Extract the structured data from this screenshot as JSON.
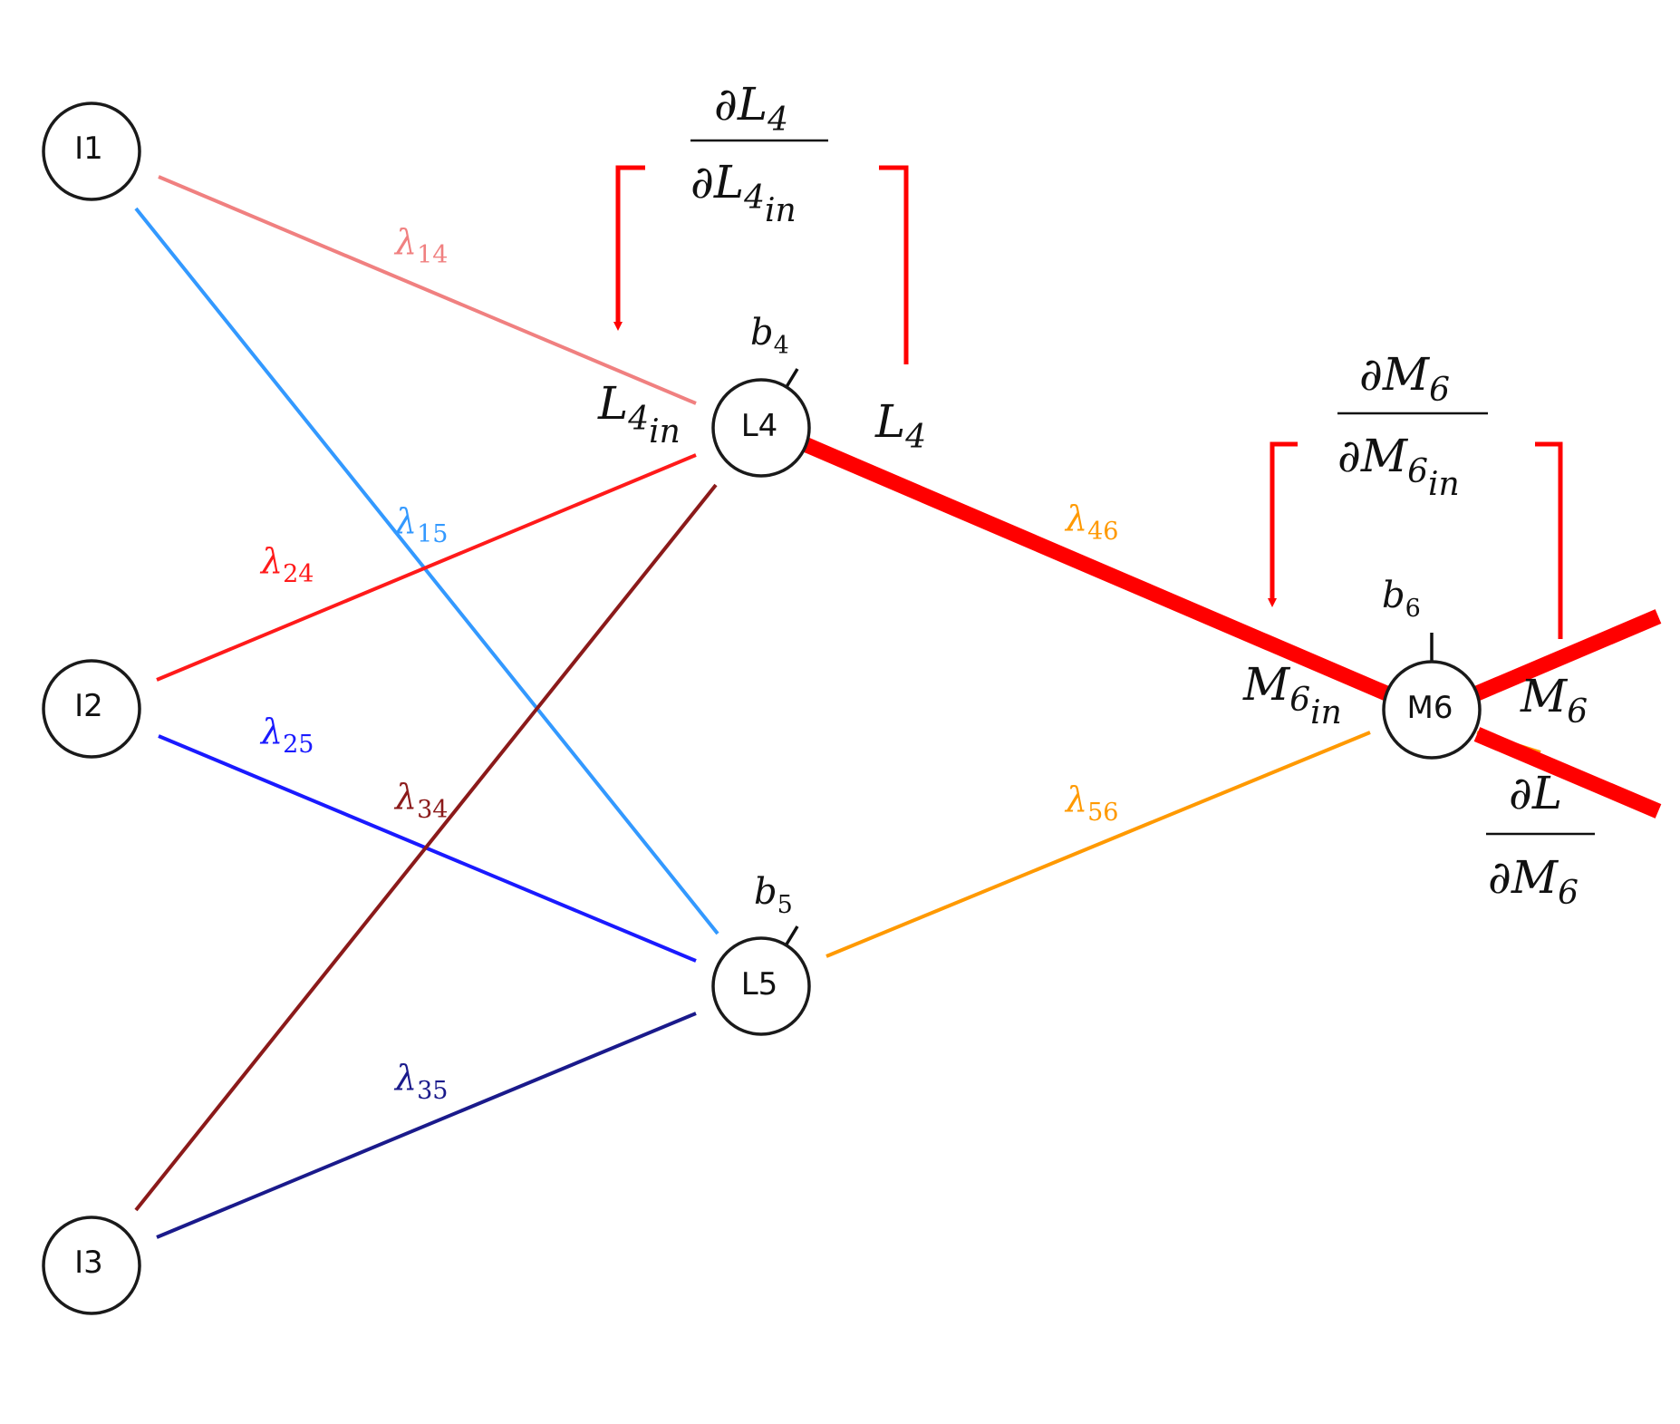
{
  "nodes": {
    "i1": "I1",
    "i2": "I2",
    "i3": "I3",
    "l4": "L4",
    "l5": "L5",
    "m6": "M6"
  },
  "edges": {
    "w14": {
      "sym": "λ",
      "sub": "14",
      "color": "#f08080"
    },
    "w15": {
      "sym": "λ",
      "sub": "15",
      "color": "#3399ff"
    },
    "w24": {
      "sym": "λ",
      "sub": "24",
      "color": "#ff1a1a"
    },
    "w25": {
      "sym": "λ",
      "sub": "25",
      "color": "#1a1aff"
    },
    "w34": {
      "sym": "λ",
      "sub": "34",
      "color": "#8b1a1a"
    },
    "w35": {
      "sym": "λ",
      "sub": "35",
      "color": "#1a1a8b"
    },
    "w46": {
      "sym": "λ",
      "sub": "46",
      "color": "#ff9900"
    },
    "w56": {
      "sym": "λ",
      "sub": "56",
      "color": "#ff9900"
    }
  },
  "biases": {
    "b4": {
      "sym": "b",
      "sub": "4"
    },
    "b5": {
      "sym": "b",
      "sub": "5"
    },
    "b6": {
      "sym": "b",
      "sub": "6"
    }
  },
  "labels": {
    "l4_in": {
      "base": "L",
      "sub": "4",
      "subsub": "in"
    },
    "l4_out": {
      "base": "L",
      "sub": "4"
    },
    "m6_in": {
      "base": "M",
      "sub": "6",
      "subsub": "in"
    },
    "m6_out": {
      "base": "M",
      "sub": "6"
    }
  },
  "fractions": {
    "dl4": {
      "num_d": "∂",
      "num": "L",
      "num_sub": "4",
      "den_d": "∂",
      "den": "L",
      "den_sub": "4",
      "den_subsub": "in"
    },
    "dm6": {
      "num_d": "∂",
      "num": "M",
      "num_sub": "6",
      "den_d": "∂",
      "den": "M",
      "den_sub": "6",
      "den_subsub": "in"
    },
    "dloss": {
      "num_d": "∂",
      "num": "L",
      "den_d": "∂",
      "den": "M",
      "den_sub": "6"
    }
  },
  "colors": {
    "highlight": "#ff0000",
    "edge_46_highlight": "#ff0000"
  }
}
